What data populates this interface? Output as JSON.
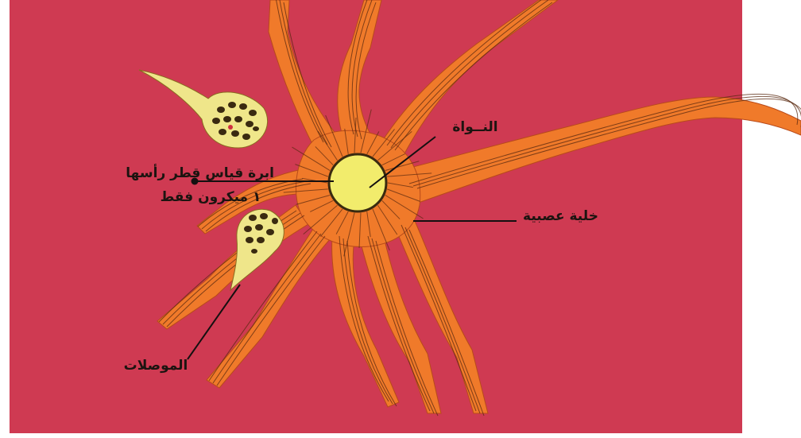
{
  "labels": {
    "nucleus": "النــواة",
    "needle_line1": "ابرة قياس قطر رأسها",
    "needle_line2": "١ ميكرون فقط",
    "nerve_cell": "خلية عصبية",
    "connectors": "الموصلات"
  },
  "colors": {
    "background": "#cf3a52",
    "neuron": "#f07a2a",
    "nucleus": "#f2ec6c",
    "synapse": "#efe68a",
    "fiber": "#5a2a10"
  }
}
